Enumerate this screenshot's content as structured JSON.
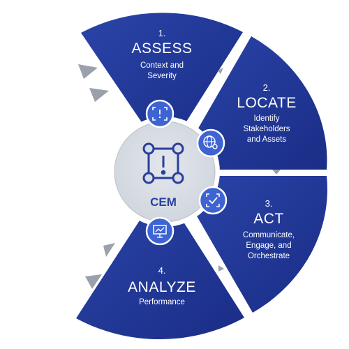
{
  "center": {
    "label": "CEM",
    "icon": "alert-network-icon"
  },
  "segments": [
    {
      "number": "1.",
      "title": "ASSESS",
      "lines": [
        "Context and",
        "Severity"
      ],
      "icon": "face-scan-alert-icon"
    },
    {
      "number": "2.",
      "title": "LOCATE",
      "lines": [
        "Identify",
        "Stakeholders",
        "and Assets"
      ],
      "icon": "globe-location-icon"
    },
    {
      "number": "3.",
      "title": "ACT",
      "lines": [
        "Communicate,",
        "Engage, and",
        "Orchestrate"
      ],
      "icon": "scan-check-icon"
    },
    {
      "number": "4.",
      "title": "ANALYZE",
      "lines": [
        "Performance"
      ],
      "icon": "presentation-chart-icon"
    }
  ],
  "colors": {
    "segment_fill": "#233a9a",
    "segment_fill_dark": "#1a2d86",
    "icon_fill": "#3e63d3",
    "center_fill": "#d6dbe2",
    "center_ring": "#b9c0ca",
    "arrow_gray": "#9aa1aa"
  }
}
